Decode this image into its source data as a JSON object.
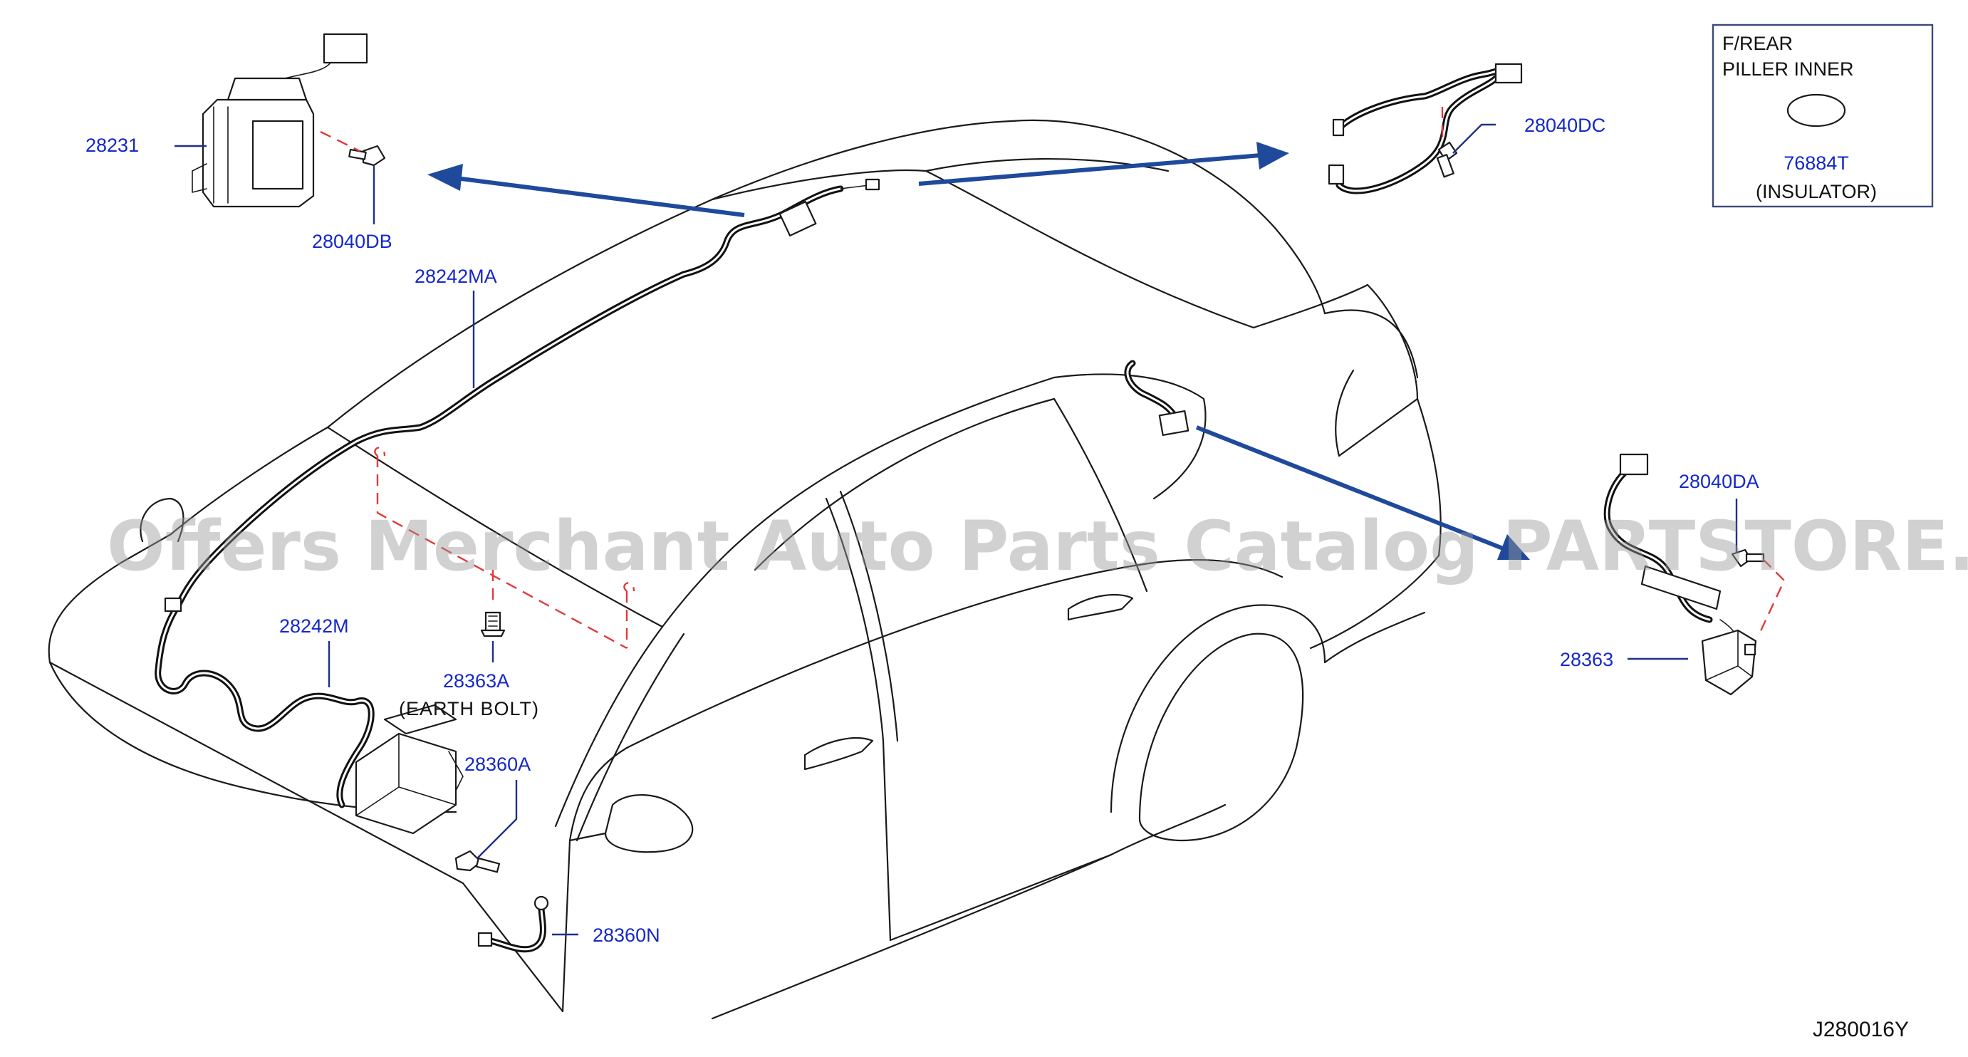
{
  "diagram_code": "J280016Y",
  "watermark": "Offers Merchant Auto Parts Catalog PARTSTORE.SA",
  "inset": {
    "line1": "F/REAR",
    "line2": "PILLER   INNER",
    "part_number": "76884T",
    "part_desc": "(INSULATOR)"
  },
  "callouts": {
    "p28231": "28231",
    "p28040DB": "28040DB",
    "p28242MA": "28242MA",
    "p28040DC": "28040DC",
    "p28242M": "28242M",
    "p28363A": "28363A",
    "p28363A_desc": "(EARTH   BOLT)",
    "p28360A": "28360A",
    "p28360N": "28360N",
    "p28040DA": "28040DA",
    "p28363": "28363"
  },
  "colors": {
    "callout_text": "#1428c8",
    "arrow": "#1f4a9c",
    "dash": "#e03a3a"
  }
}
